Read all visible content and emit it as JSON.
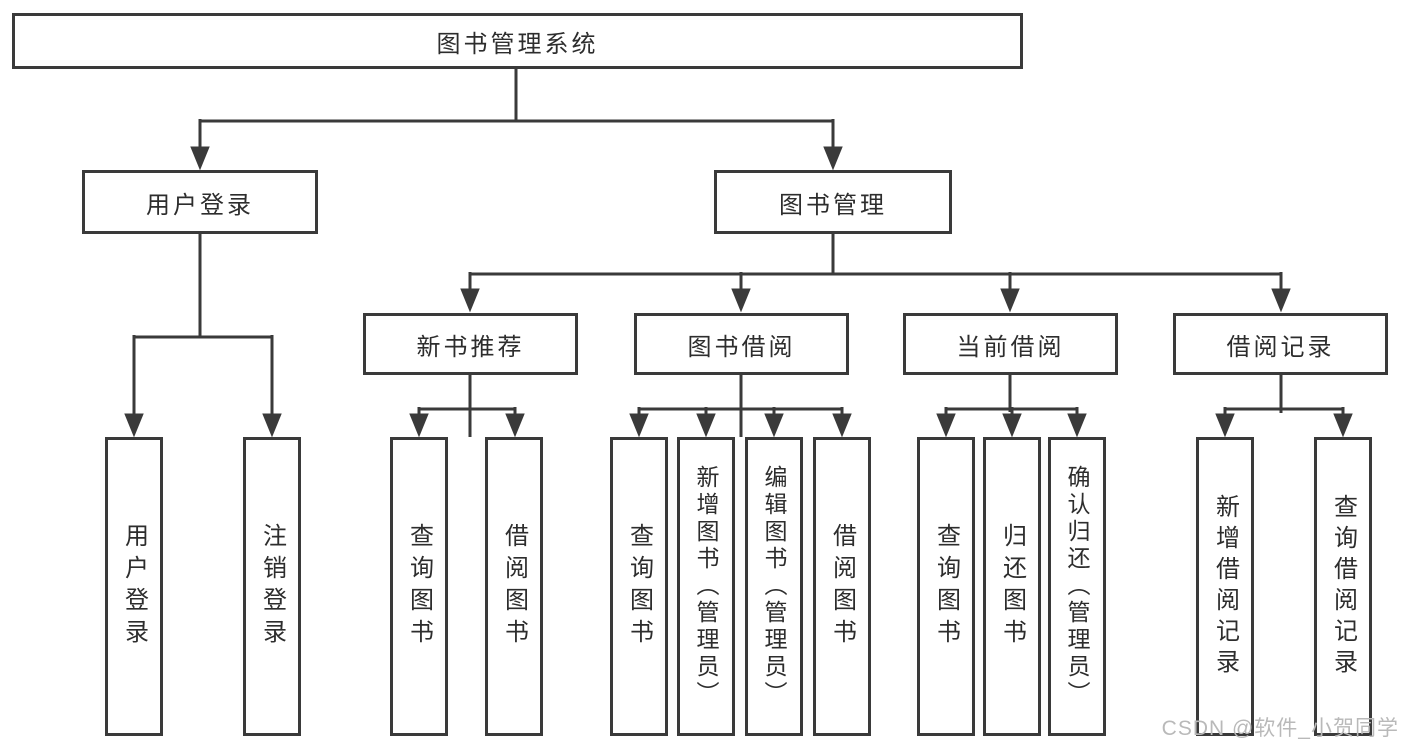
{
  "colors": {
    "line": "#3a3a3a",
    "box_border": "#3a3a3a",
    "text": "#2d2d2d",
    "watermark": "#b9b9b9",
    "background": "#ffffff"
  },
  "watermark": {
    "text": "CSDN @软件_小贺同学"
  },
  "tree": {
    "root": {
      "label": "图书管理系统"
    },
    "branches": [
      {
        "label": "用户登录",
        "children": [
          "用户登录",
          "注销登录"
        ]
      },
      {
        "label": "图书管理",
        "sections": [
          {
            "label": "新书推荐",
            "children": [
              "查询图书",
              "借阅图书"
            ]
          },
          {
            "label": "图书借阅",
            "children": [
              "查询图书",
              "新增图书（管理员）",
              "编辑图书（管理员）",
              "借阅图书"
            ]
          },
          {
            "label": "当前借阅",
            "children": [
              "查询图书",
              "归还图书",
              "确认归还（管理员）"
            ]
          },
          {
            "label": "借阅记录",
            "children": [
              "新增借阅记录",
              "查询借阅记录"
            ]
          }
        ]
      }
    ]
  }
}
